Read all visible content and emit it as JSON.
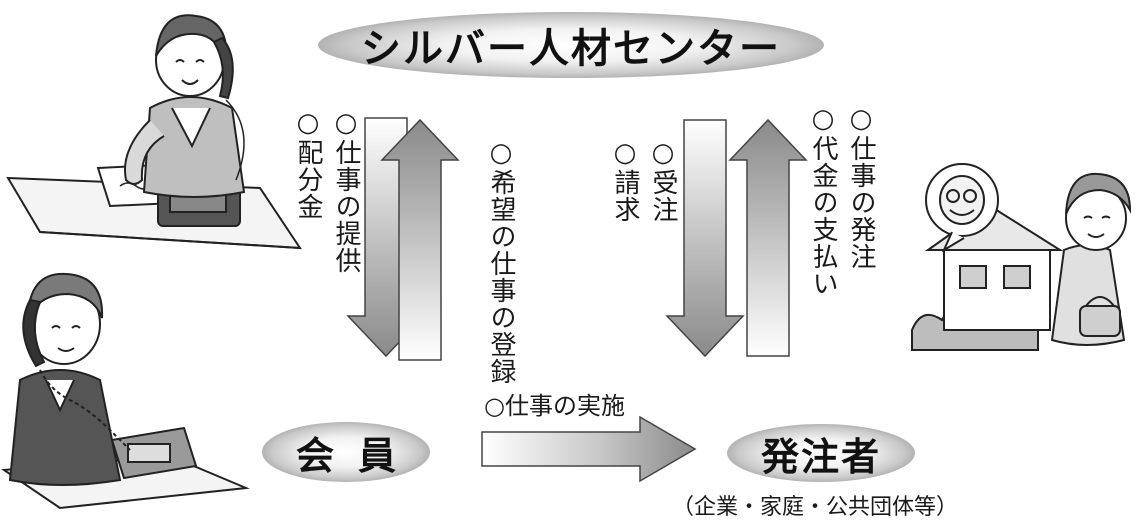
{
  "diagram": {
    "center_title": "シルバー人材センター",
    "member_label": "会員",
    "client_label": "発注者",
    "client_sub": "（企業・家庭・公共団体等）",
    "arrow_labels": {
      "job_offer": "○仕事の提供",
      "distribution": "○配分金",
      "register_wish": "○希望の仕事の登録",
      "accept_order": "○受注",
      "billing": "○請求",
      "order_job": "○仕事の発注",
      "payment": "○代金の支払い",
      "perform_job": "○仕事の実施"
    }
  }
}
